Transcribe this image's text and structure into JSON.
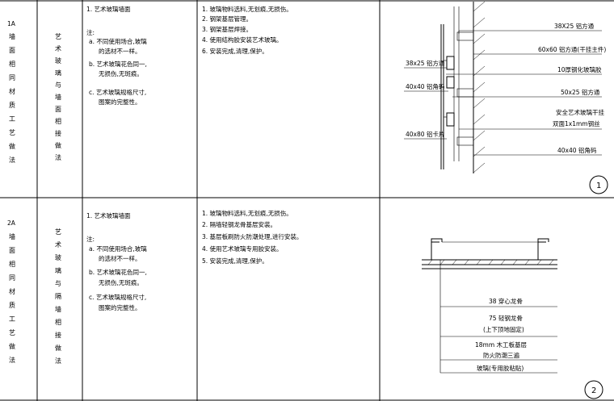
{
  "rows": [
    {
      "code": "1A",
      "category": [
        "墙",
        "面",
        "相",
        "同",
        "材",
        "质",
        "工",
        "艺",
        "做",
        "法"
      ],
      "subject": [
        "艺",
        "术",
        "玻",
        "璃",
        "与",
        "墙",
        "面",
        "相",
        "接",
        "做",
        "法"
      ],
      "material_title": "1. 艺术玻璃墙面",
      "note_heading": "注:",
      "notes": [
        "a. 不同使用场合,玻璃",
        "的选材不一样。",
        "b. 艺术玻璃花色同一,",
        "无损伤,无斑痕。",
        "c. 艺术玻璃规格尺寸,",
        "图案的完整性。"
      ],
      "steps": [
        "1. 玻璃物料选料,无划痕,无损伤。",
        "2. 钢架基层管理。",
        "3. 钢架基层焊接。",
        "4. 使用结构胶安装艺术玻璃。",
        "6. 安装完成,清理,保护。"
      ],
      "detail_labels": {
        "r1": "38X25 铝方通",
        "r2": "60x60 铝方通(干挂主件)",
        "r3": "10厚钢化玻璃胶",
        "r4": "50x25 铝方通",
        "r5a": "安全艺术玻璃干挂",
        "r5b": "双面1x1mm钢丝",
        "r6": "40x40 铝角码",
        "l1": "38x25 铝方通",
        "l2": "40x40 铝角码",
        "l3": "40x80 铝卡片"
      },
      "detail_number": "1"
    },
    {
      "code": "2A",
      "category": [
        "墙",
        "面",
        "相",
        "同",
        "材",
        "质",
        "工",
        "艺",
        "做",
        "法"
      ],
      "subject": [
        "艺",
        "术",
        "玻",
        "璃",
        "与",
        "隔",
        "墙",
        "相",
        "接",
        "做",
        "法"
      ],
      "material_title": "1. 艺术玻璃墙面",
      "note_heading": "注:",
      "notes": [
        "a. 不同使用场合,玻璃",
        "的选材不一样。",
        "b. 艺术玻璃花色同一,",
        "无损伤,无斑痕。",
        "c. 艺术玻璃规格尺寸,",
        "图案的完整性。"
      ],
      "steps": [
        "1. 玻璃物料选料,无划痕,无损伤。",
        "2. 隔墙轻钢龙骨基层安装。",
        "3. 基层板刷防火防潮处理,进行安装。",
        "4. 使用艺术玻璃专用胶安装。",
        "5. 安装完成,清理,保护。"
      ],
      "detail_labels": {
        "a": "38 穿心龙骨",
        "b": "75 轻钢龙骨",
        "c": "(上下顶地固定)",
        "d": "18mm 木工板基层",
        "e": "防火防潮三遍",
        "f": "玻璃(专用胶粘贴)"
      },
      "detail_number": "2"
    }
  ]
}
